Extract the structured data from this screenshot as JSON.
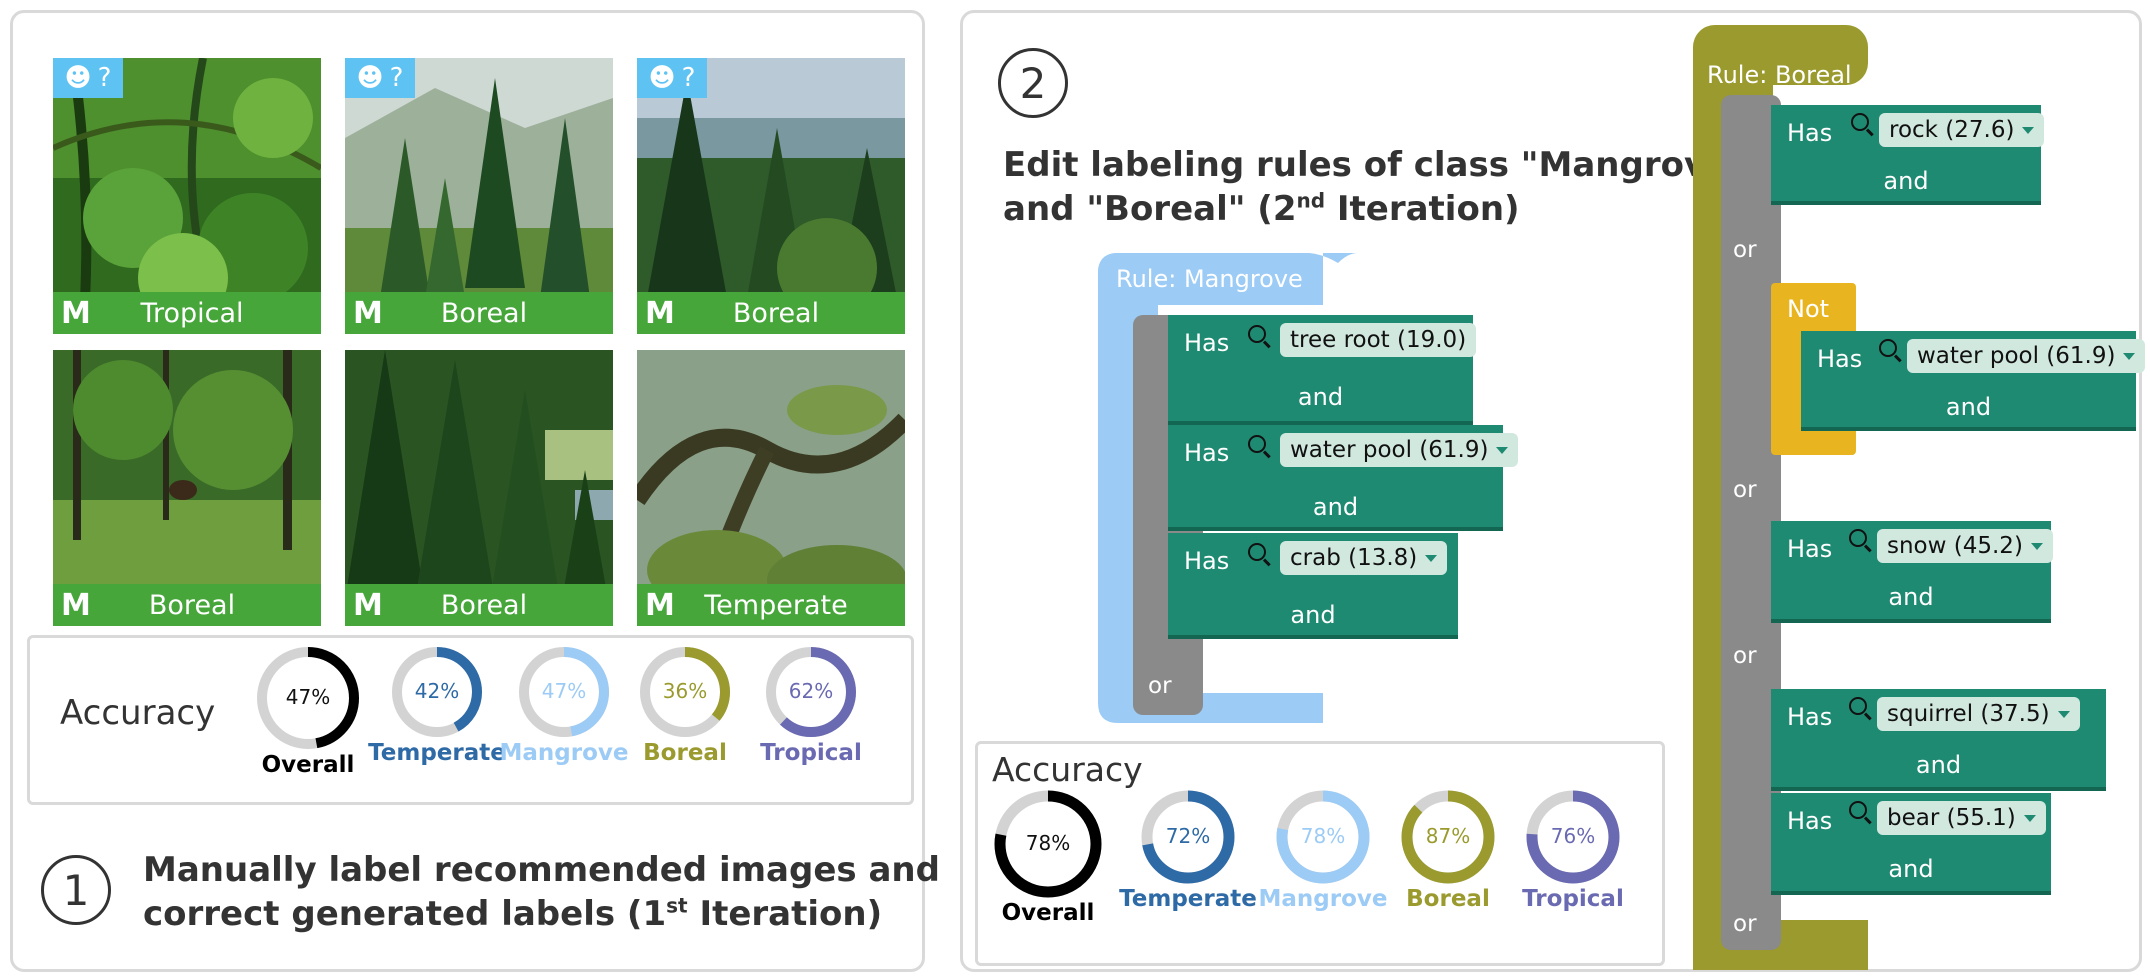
{
  "left_panel": {
    "images": [
      {
        "label": "Tropical",
        "marker": "M",
        "recommended": true,
        "robot_icon": "robot-icon",
        "question": "?"
      },
      {
        "label": "Boreal",
        "marker": "M",
        "recommended": true,
        "robot_icon": "robot-icon",
        "question": "?"
      },
      {
        "label": "Boreal",
        "marker": "M",
        "recommended": true,
        "robot_icon": "robot-icon",
        "question": "?"
      },
      {
        "label": "Boreal",
        "marker": "M",
        "recommended": false
      },
      {
        "label": "Boreal",
        "marker": "M",
        "recommended": false
      },
      {
        "label": "Temperate",
        "marker": "M",
        "recommended": false
      }
    ],
    "accuracy": {
      "title": "Accuracy",
      "items": [
        {
          "name": "Overall",
          "value": 47,
          "text": "47%",
          "color": "#000000"
        },
        {
          "name": "Temperate",
          "value": 42,
          "text": "42%",
          "color": "#2e6aa6"
        },
        {
          "name": "Mangrove",
          "value": 47,
          "text": "47%",
          "color": "#9ccbf5"
        },
        {
          "name": "Boreal",
          "value": 36,
          "text": "36%",
          "color": "#9a9a2e"
        },
        {
          "name": "Tropical",
          "value": 62,
          "text": "62%",
          "color": "#6a6ab2"
        }
      ]
    },
    "step": {
      "number": "1",
      "line1": "Manually label recommended images and",
      "line2_pre": "correct generated labels (1",
      "line2_sup": "st",
      "line2_post": " Iteration)"
    }
  },
  "right_panel": {
    "step": {
      "number": "2",
      "line1": "Edit labeling rules of class \"Mangrove\"",
      "line2_pre": "and \"Boreal\" (2",
      "line2_sup": "nd",
      "line2_post": " Iteration)"
    },
    "mangrove_rule": {
      "header": "Rule:  Mangrove",
      "conditions": [
        {
          "has": "Has",
          "value": "tree root (19.0)",
          "join": "and"
        },
        {
          "has": "Has",
          "value": "water pool (61.9)",
          "join": "and"
        },
        {
          "has": "Has",
          "value": "crab (13.8)",
          "join": "and"
        }
      ],
      "or": "or"
    },
    "boreal_rule": {
      "header": "Rule:  Boreal",
      "groups": [
        {
          "has": "Has",
          "value": "rock (27.6)",
          "join": "and",
          "or": "or"
        },
        {
          "not": "Not",
          "has": "Has",
          "value": "water pool (61.9)",
          "join": "and",
          "or": "or"
        },
        {
          "has": "Has",
          "value": "snow (45.2)",
          "join": "and",
          "or": "or"
        },
        {
          "has": "Has",
          "value": "squirrel (37.5)",
          "join": "and"
        },
        {
          "has": "Has",
          "value": "bear (55.1)",
          "join": "and",
          "or": "or"
        }
      ]
    },
    "accuracy": {
      "title": "Accuracy",
      "items": [
        {
          "name": "Overall",
          "value": 78,
          "text": "78%",
          "color": "#000000"
        },
        {
          "name": "Temperate",
          "value": 72,
          "text": "72%",
          "color": "#2e6aa6"
        },
        {
          "name": "Mangrove",
          "value": 78,
          "text": "78%",
          "color": "#9ccbf5"
        },
        {
          "name": "Boreal",
          "value": 87,
          "text": "87%",
          "color": "#9a9a2e"
        },
        {
          "name": "Tropical",
          "value": 76,
          "text": "76%",
          "color": "#6a6ab2"
        }
      ]
    }
  }
}
